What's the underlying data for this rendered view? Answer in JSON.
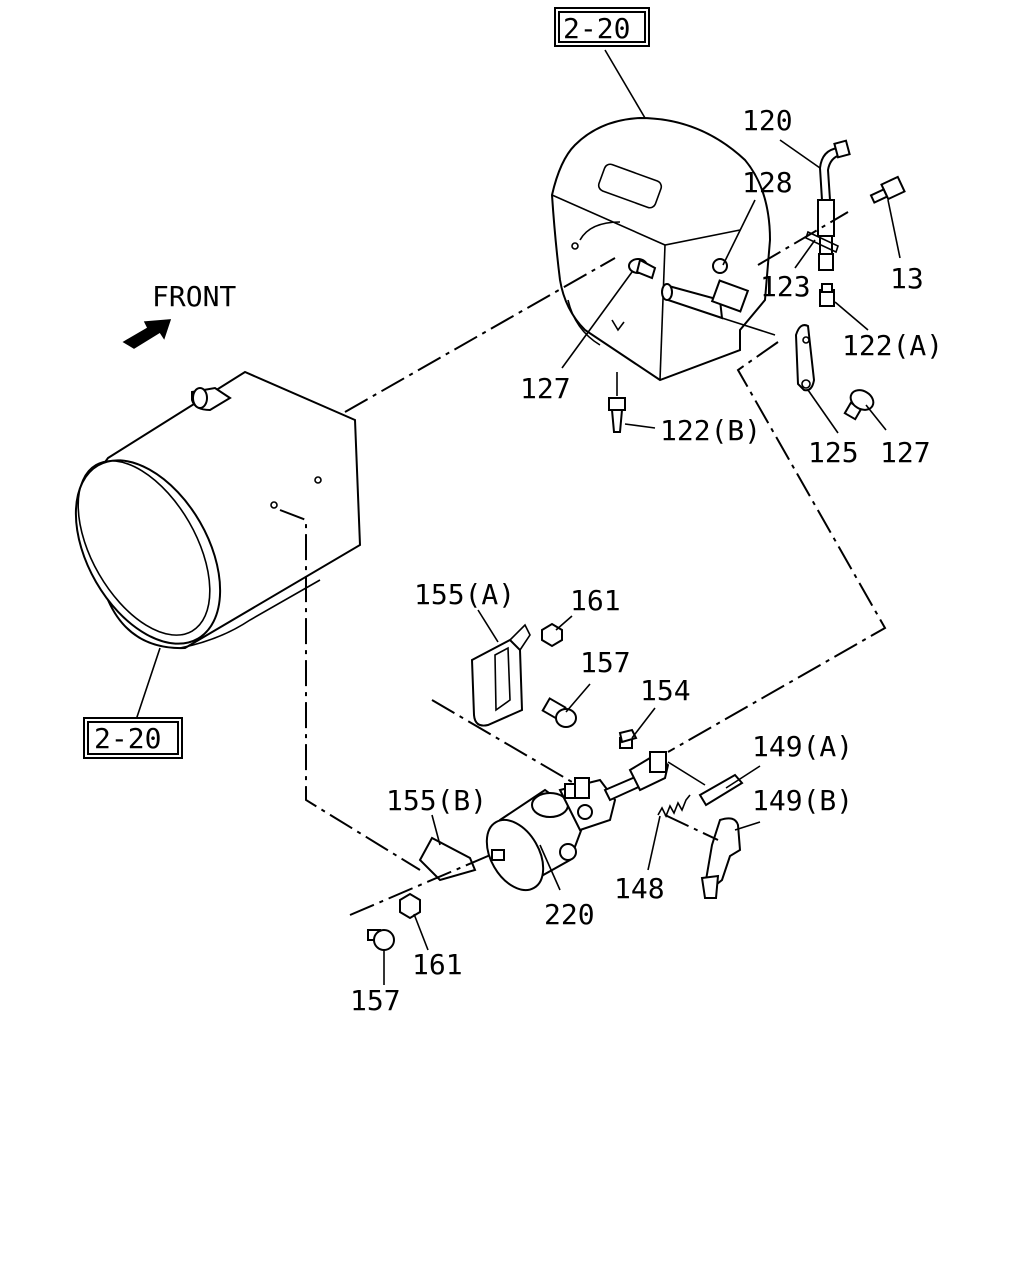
{
  "ref_boxes": {
    "top": "2-20",
    "left": "2-20"
  },
  "front_label": "FRONT",
  "icons": {
    "front_arrow": "front-arrow-icon"
  },
  "callouts": {
    "c120": "120",
    "c128": "128",
    "c13": "13",
    "c123": "123",
    "c122a": "122(A)",
    "c127_left": "127",
    "c122b": "122(B)",
    "c125": "125",
    "c127_right": "127",
    "c155a": "155(A)",
    "c161_top": "161",
    "c157_top": "157",
    "c154": "154",
    "c149a": "149(A)",
    "c149b": "149(B)",
    "c155b": "155(B)",
    "c148": "148",
    "c220": "220",
    "c161_bottom": "161",
    "c157_bottom": "157"
  }
}
